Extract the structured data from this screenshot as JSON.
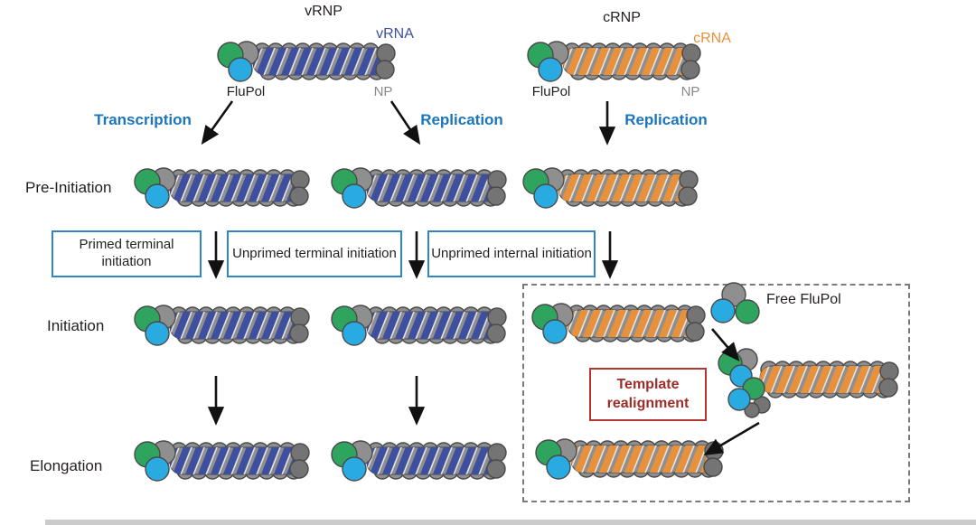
{
  "header": {
    "vrnp": "vRNP",
    "vrna": "vRNA",
    "crnp": "cRNP",
    "crna": "cRNA",
    "flupol_vrnp": "FluPol",
    "np_vrnp": "NP",
    "flupol_crnp": "FluPol",
    "np_crnp": "NP"
  },
  "processes": {
    "transcription": "Transcription",
    "replication_center": "Replication",
    "replication_right": "Replication"
  },
  "stages": {
    "pre_initiation": "Pre-Initiation",
    "initiation": "Initiation",
    "elongation": "Elongation"
  },
  "pathway_boxes": {
    "primed_terminal": "Primed terminal initiation",
    "unprimed_terminal": "Unprimed terminal initiation",
    "unprimed_internal": "Unprimed internal initiation"
  },
  "callouts": {
    "template_realignment": "Template realignment",
    "free_flupol": "Free FluPol"
  },
  "colors": {
    "vrna": "#3f4fa0",
    "crna": "#e8913c",
    "process_label": "#1b75bc",
    "pathway_box_border": "#2e86c5",
    "realignment_red": "#b03732",
    "realignment_text": "#9e2d28",
    "flupol_green": "#2fa45e",
    "flupol_cyan": "#29abe2",
    "np_gray": "#8f8f8f",
    "np_dark": "#747474",
    "np_label": "#8a8a8a",
    "outline": "#4a4a4a",
    "text": "#231f20",
    "arrow": "#111111",
    "dashed_border": "#7a7a7a"
  }
}
